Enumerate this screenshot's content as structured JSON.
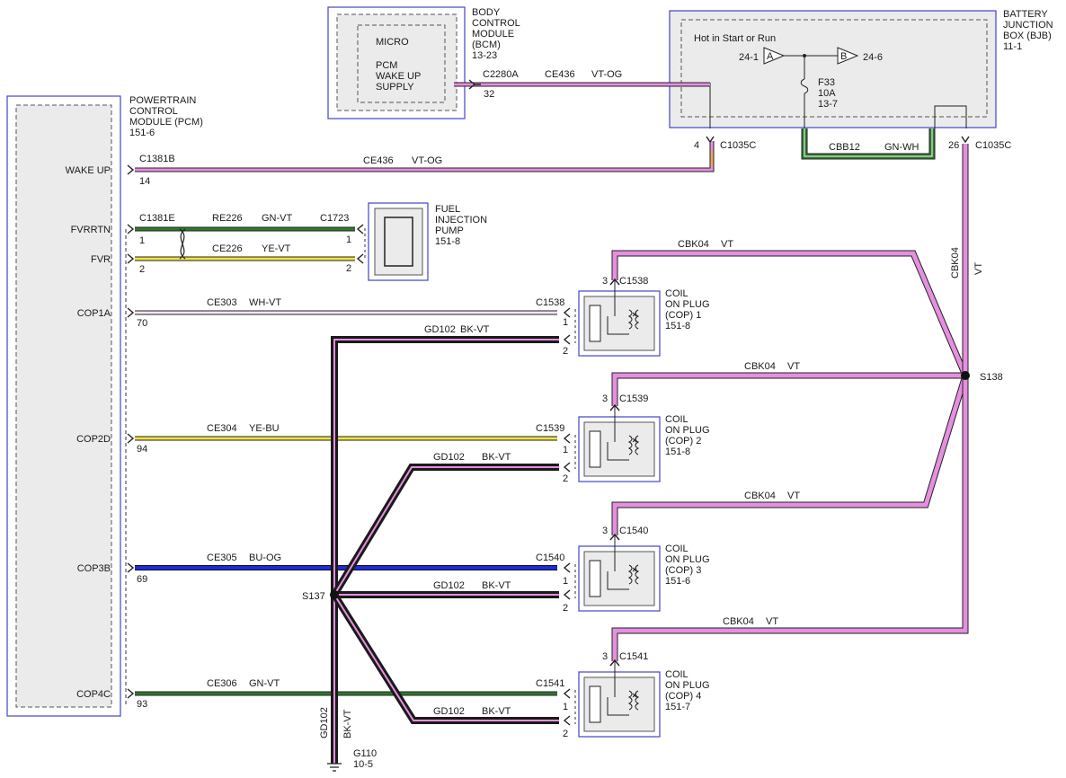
{
  "modules": {
    "pcm": {
      "name_lines": [
        "POWERTRAIN",
        "CONTROL",
        "MODULE (PCM)",
        "151-6"
      ]
    },
    "bcm": {
      "name_lines": [
        "BODY",
        "CONTROL",
        "MODULE",
        "(BCM)",
        "13-23"
      ],
      "inner_label": "MICRO",
      "supply_lines": [
        "PCM",
        "WAKE UP",
        "SUPPLY"
      ],
      "connector": "C2280A",
      "pin": "32"
    },
    "bjb": {
      "name_lines": [
        "BATTERY",
        "JUNCTION",
        "BOX (BJB)",
        "11-1"
      ],
      "hot_label": "Hot in Start or Run",
      "tag_a": "A",
      "tag_b": "B",
      "ref_a": "24-1",
      "ref_b": "24-6",
      "fuse_lines": [
        "F33",
        "10A",
        "13-7"
      ],
      "connector": "C1035C",
      "pin_left": "4",
      "pin_right": "26"
    },
    "fuel_pump": {
      "name_lines": [
        "FUEL",
        "INJECTION",
        "PUMP",
        "151-8"
      ],
      "connector": "C1723",
      "pin1": "1",
      "pin2": "2"
    }
  },
  "pcm_pins": {
    "wakeup": {
      "label": "WAKE UP",
      "connector": "C1381B",
      "pin": "14"
    },
    "fvrrtn": {
      "label": "FVRRTN",
      "connector": "C1381E",
      "pin": "1"
    },
    "fvr": {
      "label": "FVR",
      "pin": "2"
    },
    "cop1a": {
      "label": "COP1A",
      "pin": "70"
    },
    "cop2d": {
      "label": "COP2D",
      "pin": "94"
    },
    "cop3b": {
      "label": "COP3B",
      "pin": "69"
    },
    "cop4c": {
      "label": "COP4C",
      "pin": "93"
    }
  },
  "wires": {
    "ce436_top": {
      "circuit": "CE436",
      "color": "VT-OG"
    },
    "ce436_main": {
      "circuit": "CE436",
      "color": "VT-OG"
    },
    "cbb12": {
      "circuit": "CBB12",
      "color": "GN-WH"
    },
    "re226": {
      "circuit": "RE226",
      "color": "GN-VT"
    },
    "ce226": {
      "circuit": "CE226",
      "color": "YE-VT"
    },
    "ce303": {
      "circuit": "CE303",
      "color": "WH-VT"
    },
    "ce304": {
      "circuit": "CE304",
      "color": "YE-BU"
    },
    "ce305": {
      "circuit": "CE305",
      "color": "BU-OG"
    },
    "ce306": {
      "circuit": "CE306",
      "color": "GN-VT"
    },
    "gd102_1": {
      "circuit": "GD102",
      "color": "BK-VT"
    },
    "gd102_2": {
      "circuit": "GD102",
      "color": "BK-VT"
    },
    "gd102_3": {
      "circuit": "GD102",
      "color": "BK-VT"
    },
    "gd102_4": {
      "circuit": "GD102",
      "color": "BK-VT"
    },
    "gd102_vert": {
      "circuit": "GD102",
      "color": "BK-VT"
    },
    "cbk04_1": {
      "circuit": "CBK04",
      "color": "VT"
    },
    "cbk04_2": {
      "circuit": "CBK04",
      "color": "VT"
    },
    "cbk04_3": {
      "circuit": "CBK04",
      "color": "VT"
    },
    "cbk04_4": {
      "circuit": "CBK04",
      "color": "VT"
    },
    "cbk04_vert": {
      "circuit": "CBK04",
      "color": "VT"
    }
  },
  "coils": [
    {
      "name_lines": [
        "COIL",
        "ON PLUG",
        "(COP) 1",
        "151-8"
      ],
      "connector": "C1538",
      "pin_top": "3",
      "pin1": "1",
      "pin2": "2"
    },
    {
      "name_lines": [
        "COIL",
        "ON PLUG",
        "(COP) 2",
        "151-8"
      ],
      "connector": "C1539",
      "pin_top": "3",
      "pin1": "1",
      "pin2": "2"
    },
    {
      "name_lines": [
        "COIL",
        "ON PLUG",
        "(COP) 3",
        "151-6"
      ],
      "connector": "C1540",
      "pin_top": "3",
      "pin1": "1",
      "pin2": "2"
    },
    {
      "name_lines": [
        "COIL",
        "ON PLUG",
        "(COP) 4",
        "151-7"
      ],
      "connector": "C1541",
      "pin_top": "3",
      "pin1": "1",
      "pin2": "2"
    }
  ],
  "splices": {
    "s137": "S137",
    "s138": "S138"
  },
  "ground": {
    "name": "G110",
    "ref": "10-5"
  },
  "colors": {
    "violet": "#e58fe0",
    "orange": "#f0a070",
    "green": "#2f7a2f",
    "yellow": "#f2e43a",
    "blue": "#1f2bd6",
    "black": "#1a1a1a",
    "white": "#ffffff",
    "module_border": "#4444cc",
    "module_fill": "#ebebeb"
  }
}
